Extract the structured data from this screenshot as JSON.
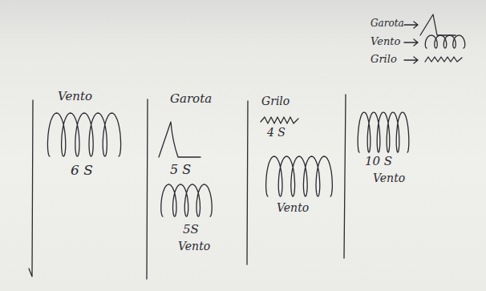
{
  "diagram": {
    "labels": [
      "Vento",
      "6 S",
      "Garota",
      "5 S",
      "5S",
      "Vento",
      "Grilo",
      "4 S",
      "Vento",
      "10 S",
      "Vento"
    ],
    "legend": [
      {
        "text": "Garota"
      },
      {
        "text": "Vento"
      },
      {
        "text": "Grilo"
      }
    ]
  }
}
